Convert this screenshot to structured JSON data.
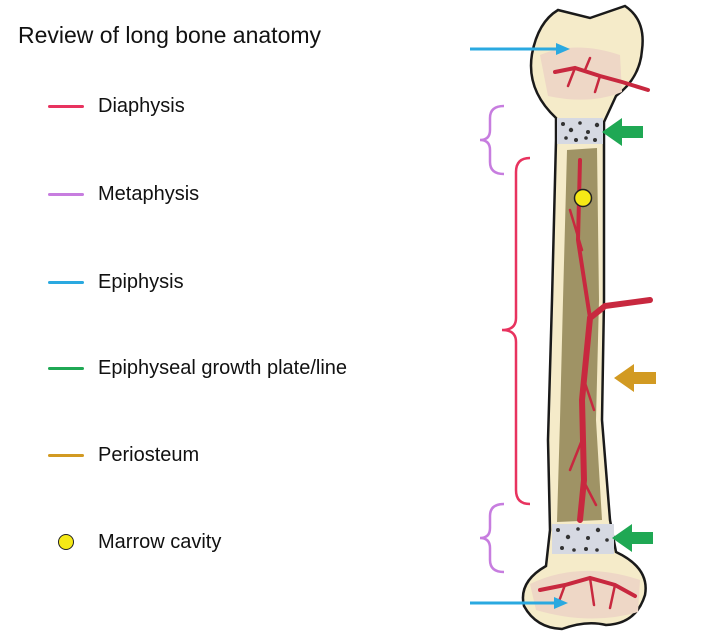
{
  "title": "Review of long bone anatomy",
  "legend": [
    {
      "label": "Diaphysis",
      "color": "#e8335f",
      "marker": "line"
    },
    {
      "label": "Metaphysis",
      "color": "#c77ddf",
      "marker": "line"
    },
    {
      "label": "Epiphysis",
      "color": "#2aa9e0",
      "marker": "line"
    },
    {
      "label": "Epiphyseal growth plate/line",
      "color": "#1fa854",
      "marker": "line"
    },
    {
      "label": "Periosteum",
      "color": "#d29a22",
      "marker": "line"
    },
    {
      "label": "Marrow cavity",
      "color": "#f5e916",
      "marker": "dot"
    }
  ],
  "colors": {
    "bone": "#f5ebc9",
    "bone_outline": "#1a1a1a",
    "cavity": "#8f8453",
    "vessel": "#c8283f",
    "growth_plate": "#d6d9e2"
  }
}
